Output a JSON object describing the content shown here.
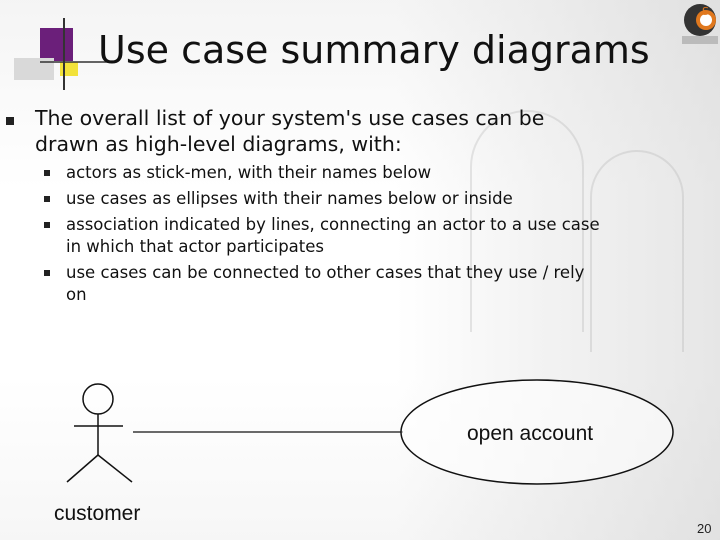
{
  "slide": {
    "title": "Use case summary diagrams",
    "bullet": {
      "line1": "The overall list of your system's use cases can be",
      "line2": "drawn as high-level diagrams, with:"
    },
    "subbullets": [
      {
        "line1": "actors as stick-men, with their names below"
      },
      {
        "line1": "use cases as ellipses with their names below or inside"
      },
      {
        "line1": "association indicated by lines, connecting an actor to a use case",
        "line2": "in which that actor participates"
      },
      {
        "line1": "use cases can be connected to other cases that they use / rely",
        "line2": "on"
      }
    ],
    "page_number": "20",
    "logo_text": "S"
  },
  "diagram": {
    "actor": {
      "name": "customer"
    },
    "use_case": {
      "name": "open account"
    },
    "association": {
      "from": "customer",
      "to": "open account"
    }
  },
  "colors": {
    "title_accent_purple": "#6b1f7a",
    "title_accent_yellow": "#f2e23a",
    "logo_orange": "#e0781e"
  }
}
